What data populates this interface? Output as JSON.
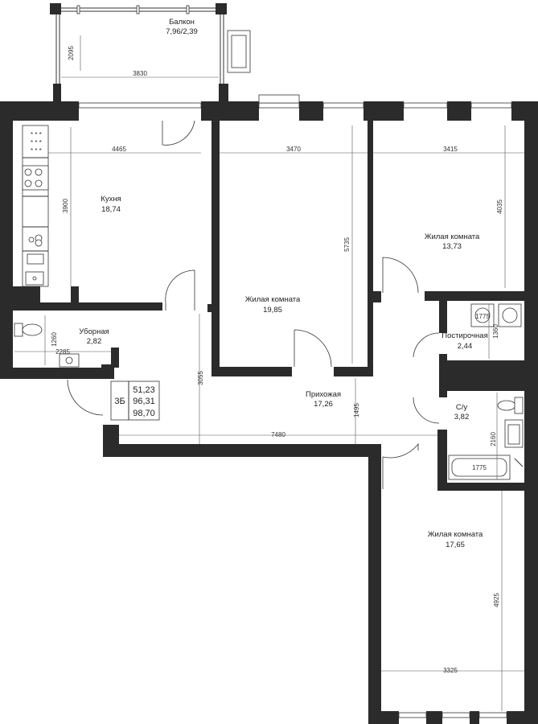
{
  "rooms": {
    "balcony": {
      "name": "Балкон",
      "area": "7,96/2,39"
    },
    "kitchen": {
      "name": "Кухня",
      "area": "18,74"
    },
    "living1": {
      "name": "Жилая комната",
      "area": "19,85"
    },
    "living2": {
      "name": "Жилая комната",
      "area": "13,73"
    },
    "laundry": {
      "name": "Постирочная",
      "area": "2,44"
    },
    "toilet": {
      "name": "Уборная",
      "area": "2,82"
    },
    "hall": {
      "name": "Прихожая",
      "area": "17,26"
    },
    "bath": {
      "name": "С/у",
      "area": "3,82"
    },
    "living3": {
      "name": "Жилая комната",
      "area": "17,65"
    }
  },
  "dimensions": {
    "balcony_depth": "2095",
    "balcony_width": "3830",
    "kitchen_width": "4465",
    "kitchen_depth": "3900",
    "living1_width": "3470",
    "living1_depth": "5735",
    "living2_width": "3415",
    "living2_depth": "4035",
    "laundry_depth": "1360",
    "laundry_fixture": "1775",
    "toilet_depth": "1260",
    "toilet_width": "2285",
    "hall_depth": "3055",
    "hall_width": "7480",
    "hall_small": "1495",
    "bath_depth": "2160",
    "bath_tub": "1775",
    "living3_depth": "4925",
    "living3_width": "3325"
  },
  "summary": {
    "type": "3Б",
    "living_area": "51,23",
    "total_area": "96,31",
    "area_with_balcony": "98,70"
  }
}
